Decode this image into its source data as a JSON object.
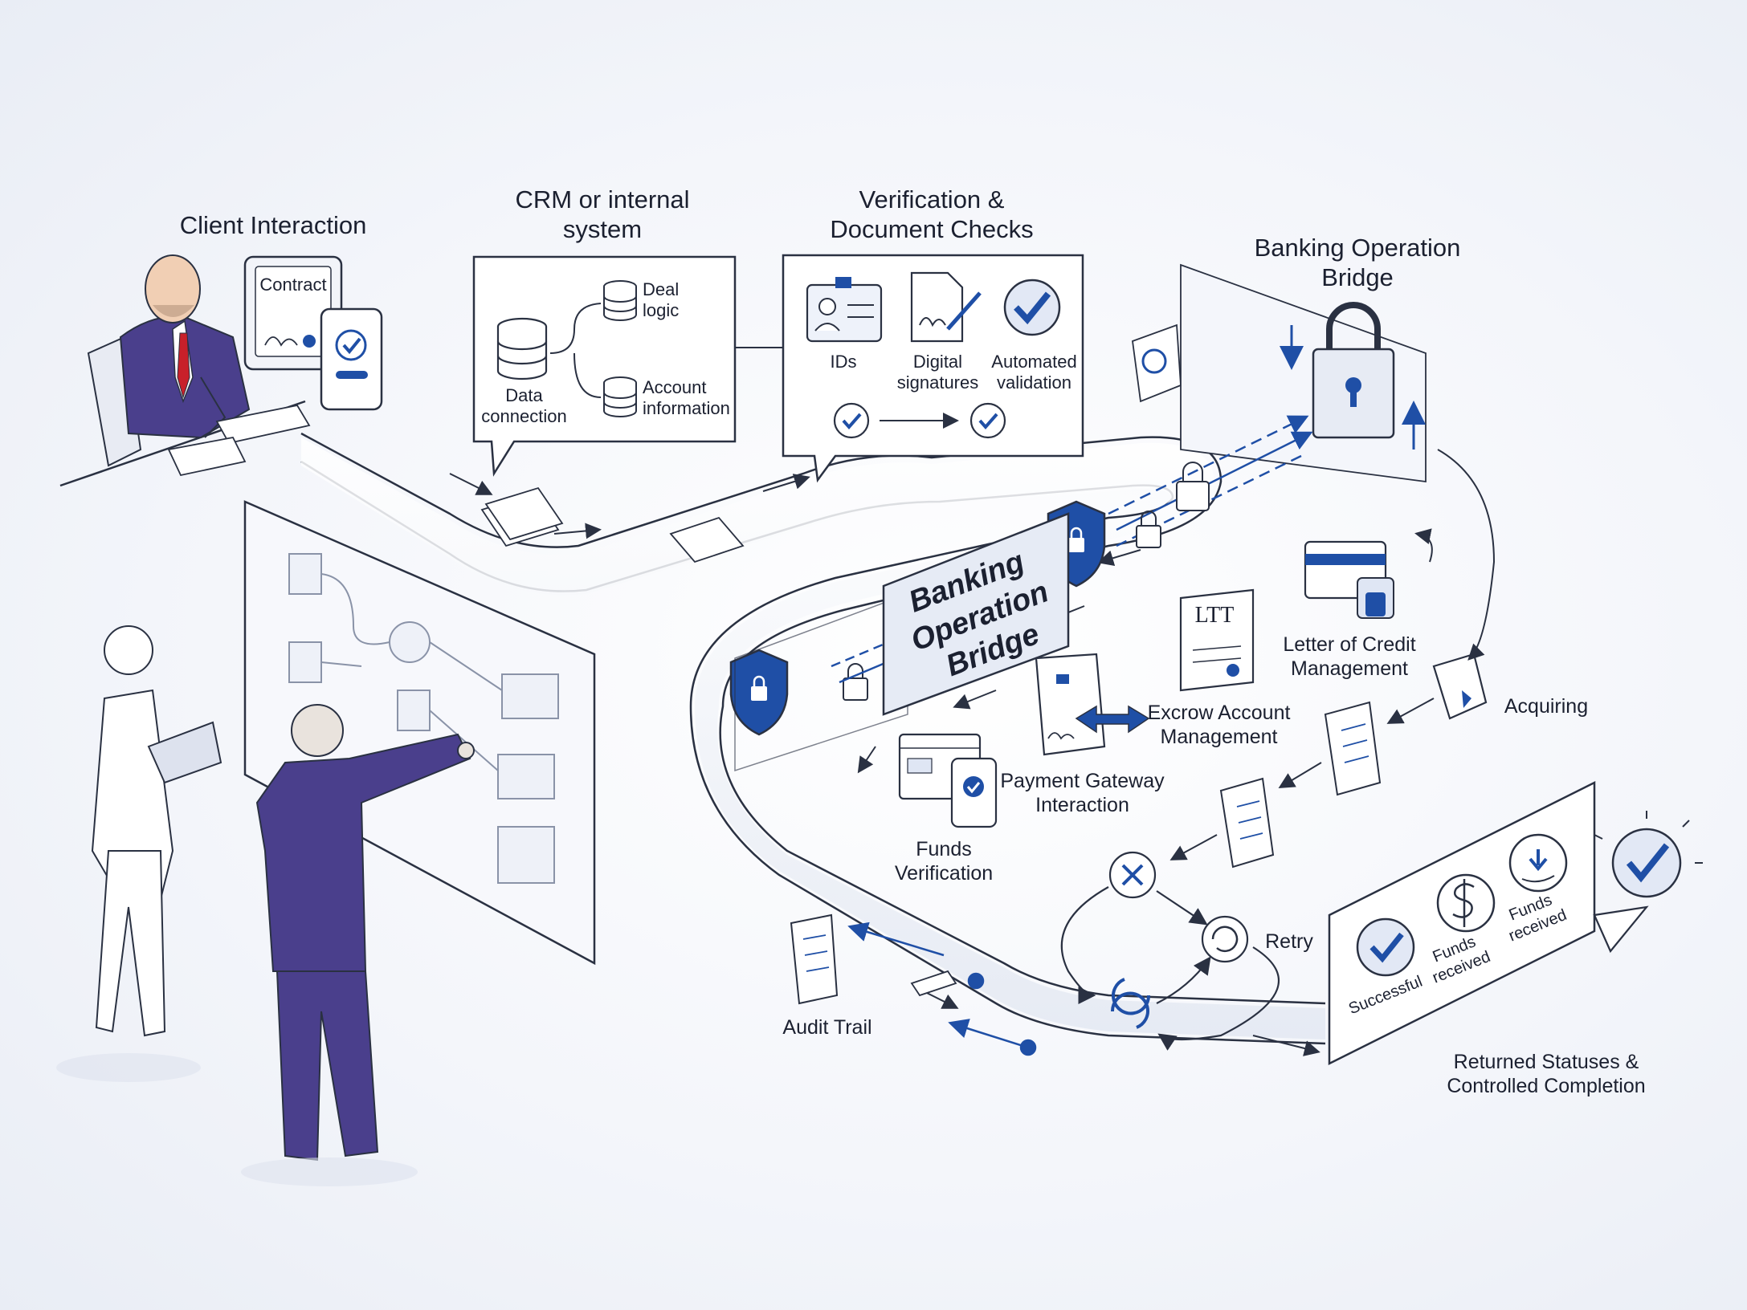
{
  "stages": {
    "client_interaction": "Client Interaction",
    "crm_title": "CRM or internal system",
    "verification_title": "Verification & Document Checks",
    "banking_bridge_title": "Banking Operation Bridge"
  },
  "client": {
    "contract": "Contract"
  },
  "crm": {
    "data_connection": "Data connection",
    "deal_logic": "Deal logic",
    "account_information": "Account information"
  },
  "verification": {
    "ids": "IDs",
    "digital_signatures": "Digital signatures",
    "automated_validation": "Automated validation"
  },
  "bridge_banner": "Banking Operation Bridge",
  "services": {
    "letter_of_credit": "Letter of Credit Management",
    "lc_doc": "LTT",
    "escrow": "Excrow Account Management",
    "payment_gateway": "Payment Gateway Interaction",
    "funds_verification": "Funds Verification",
    "acquiring": "Acquiring",
    "retry": "Retry",
    "audit_trail": "Audit Trail"
  },
  "statuses": {
    "successful": "Successful",
    "funds_received_1": "Funds received",
    "funds_received_2": "Funds received",
    "returned_title": "Returned Statuses & Controlled Completion"
  },
  "colors": {
    "accent": "#1f4fa6",
    "navy": "#4a3f8c",
    "line": "#2a3142",
    "panel": "#ffffff"
  }
}
